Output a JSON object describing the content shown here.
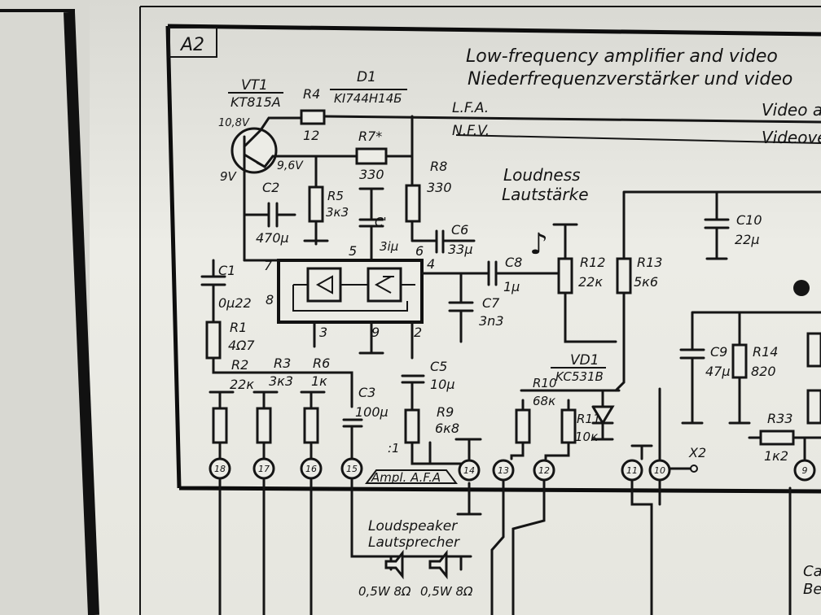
{
  "module": {
    "label": "A2"
  },
  "title": {
    "en": "Low-frequency amplifier and video",
    "de": "Niederfrequenzverstärker und video"
  },
  "right_labels": {
    "video_en": "Video a",
    "video_de": "Videove"
  },
  "line_labels": {
    "lfa": "L.F.A.",
    "nfv": "N.F.V."
  },
  "transistor": {
    "ref": "VT1",
    "type": "KT815A",
    "v_collector": "10,8V",
    "v_emitter": "9,6V",
    "v_base": "9V"
  },
  "diode_d1": {
    "ref": "D1",
    "type": "KI744H14Б"
  },
  "loudness": {
    "en": "Loudness",
    "de": "Lautstärke"
  },
  "resistors": {
    "r4": {
      "ref": "R4",
      "value": "12"
    },
    "r7": {
      "ref": "R7*",
      "value": "330"
    },
    "r8": {
      "ref": "R8",
      "value": "330"
    },
    "r5": {
      "ref": "R5",
      "value": "3к3"
    },
    "r1": {
      "ref": "R1",
      "value": "4Ω7"
    },
    "r2": {
      "ref": "R2",
      "value": "22к"
    },
    "r3": {
      "ref": "R3",
      "value": "3к3"
    },
    "r6": {
      "ref": "R6",
      "value": "1к"
    },
    "r9": {
      "ref": "R9",
      "value": "6к8"
    },
    "r10": {
      "ref": "R10",
      "value": "68к"
    },
    "r11": {
      "ref": "R11",
      "value": "10к"
    },
    "r12": {
      "ref": "R12",
      "value": "22к"
    },
    "r13": {
      "ref": "R13",
      "value": "5к6"
    },
    "r14": {
      "ref": "R14",
      "value": "820"
    },
    "r33": {
      "ref": "R33",
      "value": "1к2"
    }
  },
  "capacitors": {
    "c1": {
      "ref": "C1",
      "value": "0μ22"
    },
    "c2": {
      "ref": "C2",
      "value": "470μ"
    },
    "cp": {
      "ref": "C'",
      "value": "3iμ"
    },
    "c3": {
      "ref": "C3",
      "value": "100μ"
    },
    "c5": {
      "ref": "C5",
      "value": "10μ"
    },
    "c6": {
      "ref": "C6",
      "value": "33μ"
    },
    "c7": {
      "ref": "C7",
      "value": "3n3"
    },
    "c8": {
      "ref": "C8",
      "value": "1μ"
    },
    "c9": {
      "ref": "C9",
      "value": "47μ"
    },
    "c10": {
      "ref": "C10",
      "value": "22μ"
    }
  },
  "vd1": {
    "ref": "VD1",
    "type": "KC531B"
  },
  "ic_pins": {
    "p7": "7",
    "p8": "8",
    "p5": "5",
    "p6": "6",
    "p4": "4",
    "p3": "3",
    "p9": "9",
    "p2": "2"
  },
  "connector_pins": [
    "18",
    "17",
    "16",
    "15",
    "14",
    "13",
    "12",
    "11",
    "10",
    "9"
  ],
  "x2": "X2",
  "pin_note": ":1",
  "ampl_label": "Ampl. A.F.A",
  "loudspeaker": {
    "en": "Loudspeaker",
    "de": "Lautsprecher",
    "spk1": "0,5W 8Ω",
    "spk2": "0,5W 8Ω"
  },
  "bottom_right": {
    "a": "Ca",
    "b": "Be"
  }
}
